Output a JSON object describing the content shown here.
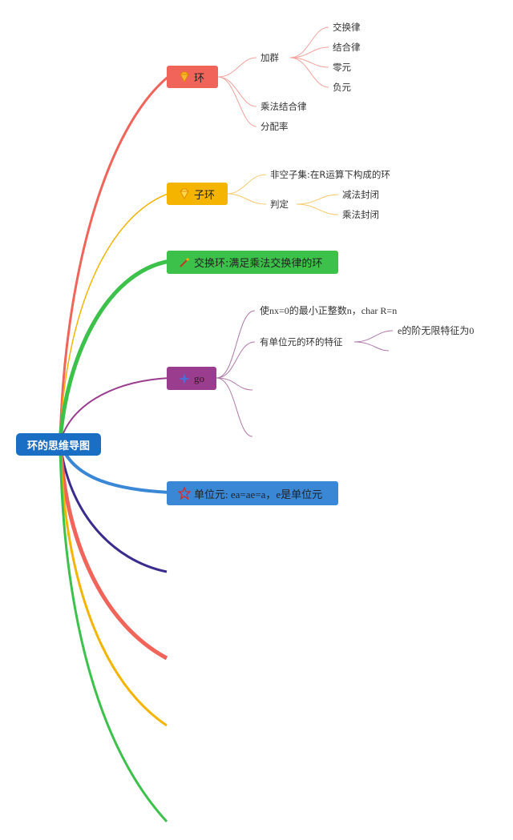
{
  "root": {
    "label": "环的思维导图"
  },
  "colors": {
    "red": "#f0645a",
    "yellow": "#f5b400",
    "green": "#3cc14a",
    "purple": "#9b3d8e",
    "blue": "#3a87d6",
    "indigo": "#3a2b8f"
  },
  "icons": {
    "ring": "gem-icon",
    "subring": "gem-icon",
    "comm": "wand-icon",
    "go": "sparkle-icon",
    "unit": "star-icon"
  },
  "branches": {
    "ring": {
      "label": "环"
    },
    "subring": {
      "label": "子环"
    },
    "comm": {
      "label": "交换环:满足乘法交换律的环"
    },
    "go": {
      "label": "go"
    },
    "unit": {
      "label": "单位元: ea=ae=a，e是单位元"
    }
  },
  "ring_children": {
    "add_group": "加群",
    "mul_assoc": "乘法结合律",
    "distrib": "分配率",
    "add_group_children": [
      "交换律",
      "结合律",
      "零元",
      "负元"
    ]
  },
  "subring_children": {
    "nonempty": "非空子集:在R运算下构成的环",
    "judge": "判定",
    "judge_children": [
      "减法封闭",
      "乘法封闭"
    ]
  },
  "go_children": {
    "char": "使nx=0的最小正整数n，char R=n",
    "unit_feature": "有单位元的环的特征",
    "unit_feature_child": "e的阶无限特征为0"
  }
}
